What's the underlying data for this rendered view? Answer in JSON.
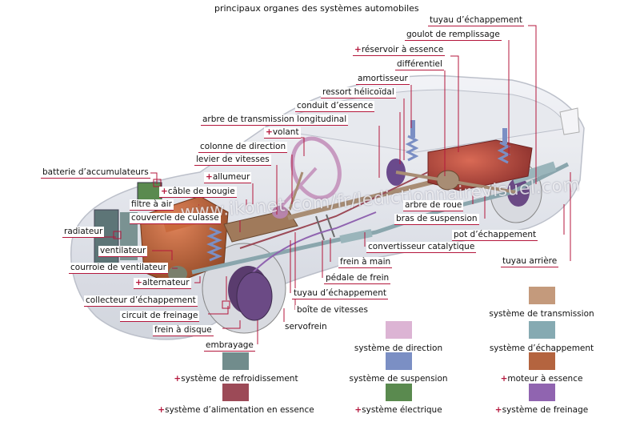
{
  "title": "principaux organes des systèmes automobiles",
  "watermark": "www.ikonet.com/fr/ledictionnairevisuel.com",
  "labels": {
    "tuyau_echappement_top": "tuyau d’échappement",
    "goulot": "goulot de remplissage",
    "reservoir": "réservoir à essence",
    "differentiel": "différentiel",
    "amortisseur": "amortisseur",
    "ressort": "ressort hélicoïdal",
    "conduit": "conduit d’essence",
    "arbre_transmission": "arbre de transmission longitudinal",
    "volant": "volant",
    "colonne": "colonne de direction",
    "levier": "levier de vitesses",
    "batterie": "batterie d’accumulateurs",
    "allumeur": "allumeur",
    "cable_bougie": "câble de bougie",
    "filtre": "filtre à air",
    "couvercle": "couvercle de culasse",
    "radiateur": "radiateur",
    "ventilateur": "ventilateur",
    "courroie": "courroie de ventilateur",
    "alternateur": "alternateur",
    "collecteur": "collecteur d’échappement",
    "circuit_freinage": "circuit de freinage",
    "frein_disque": "frein à disque",
    "embrayage": "embrayage",
    "servofrein": "servofrein",
    "boite": "boîte de vitesses",
    "tuyau_echappement_mid": "tuyau d’échappement",
    "pedale": "pédale de frein",
    "frein_main": "frein à main",
    "convertisseur": "convertisseur catalytique",
    "bras": "bras de suspension",
    "arbre_roue": "arbre de roue",
    "pot": "pot d’échappement",
    "tuyau_arriere": "tuyau arrière",
    "plus": "+"
  },
  "legend": [
    {
      "key": "transmission",
      "label": "système de transmission",
      "color": "#c49a7c",
      "plus": false
    },
    {
      "key": "direction",
      "label": "système de direction",
      "color": "#dcb4d4",
      "plus": false
    },
    {
      "key": "echappement",
      "label": "système d’échappement",
      "color": "#86aab2",
      "plus": false
    },
    {
      "key": "refroidissement",
      "label": "système de refroidissement",
      "color": "#718c8c",
      "plus": true
    },
    {
      "key": "suspension",
      "label": "système de suspension",
      "color": "#7b8fc4",
      "plus": false
    },
    {
      "key": "moteur",
      "label": "moteur à essence",
      "color": "#b4643f",
      "plus": true
    },
    {
      "key": "alimentation",
      "label": "système d’alimentation en essence",
      "color": "#9c4a57",
      "plus": true
    },
    {
      "key": "electrique",
      "label": "système électrique",
      "color": "#5a8a4f",
      "plus": true
    },
    {
      "key": "freinage",
      "label": "système de freinage",
      "color": "#9064b0",
      "plus": true
    }
  ]
}
